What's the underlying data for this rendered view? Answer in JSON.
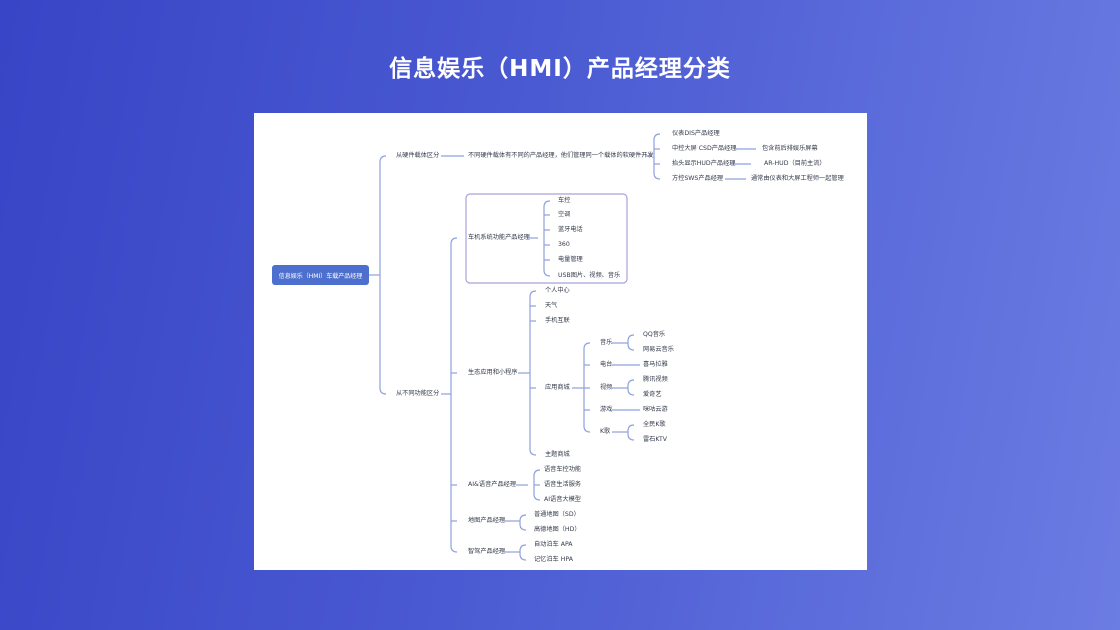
{
  "page": {
    "title": "信息娱乐（HMI）产品经理分类",
    "background_gradient": [
      "#3845c6",
      "#6b7ce3"
    ]
  },
  "mindmap": {
    "root": "信息娱乐（HMI）车载产品经理",
    "root_color": "#4d6fcd",
    "line_color": "#8ea0dd",
    "branches": [
      {
        "label": "从硬件载体区分",
        "note": "不同硬件载体有不同的产品经理，他们管理同一个载体的软硬件开发",
        "children": [
          {
            "label": "仪表DIS产品经理",
            "note": ""
          },
          {
            "label": "中控大屏 CSD产品经理",
            "note": "包含前后排娱乐屏幕"
          },
          {
            "label": "抬头显示HUD产品经理",
            "note": "AR-HUD（目前主流）"
          },
          {
            "label": "方控SWS产品经理",
            "note": "通常由仪表和大屏工程师一起管理"
          }
        ]
      },
      {
        "label": "从不同功能区分",
        "children": [
          {
            "label": "车机系统功能产品经理",
            "children": [
              "车控",
              "空调",
              "蓝牙电话",
              "360",
              "电量管理",
              "USB图片、视频、音乐"
            ]
          },
          {
            "label": "生态应用和小程序",
            "children": [
              {
                "label": "个人中心"
              },
              {
                "label": "天气"
              },
              {
                "label": "手机互联"
              },
              {
                "label": "应用商城",
                "children": [
                  {
                    "label": "音乐",
                    "children": [
                      "QQ音乐",
                      "网易云音乐"
                    ]
                  },
                  {
                    "label": "电台",
                    "children": [
                      "喜马拉雅"
                    ]
                  },
                  {
                    "label": "视频",
                    "children": [
                      "腾讯视频",
                      "爱奇艺"
                    ]
                  },
                  {
                    "label": "游戏",
                    "children": [
                      "咪咕云游"
                    ]
                  },
                  {
                    "label": "K歌",
                    "children": [
                      "全民K歌",
                      "雷石KTV"
                    ]
                  }
                ]
              },
              {
                "label": "主题商城"
              }
            ]
          },
          {
            "label": "AI&语音产品经理",
            "children": [
              "语音车控功能",
              "语音生活服务",
              "AI语音大模型"
            ]
          },
          {
            "label": "地图产品经理",
            "children": [
              "普通地图（SD）",
              "高德地图（HD）"
            ]
          },
          {
            "label": "智驾产品经理",
            "children": [
              "自动泊车 APA",
              "记忆泊车 HPA"
            ]
          }
        ]
      }
    ]
  }
}
